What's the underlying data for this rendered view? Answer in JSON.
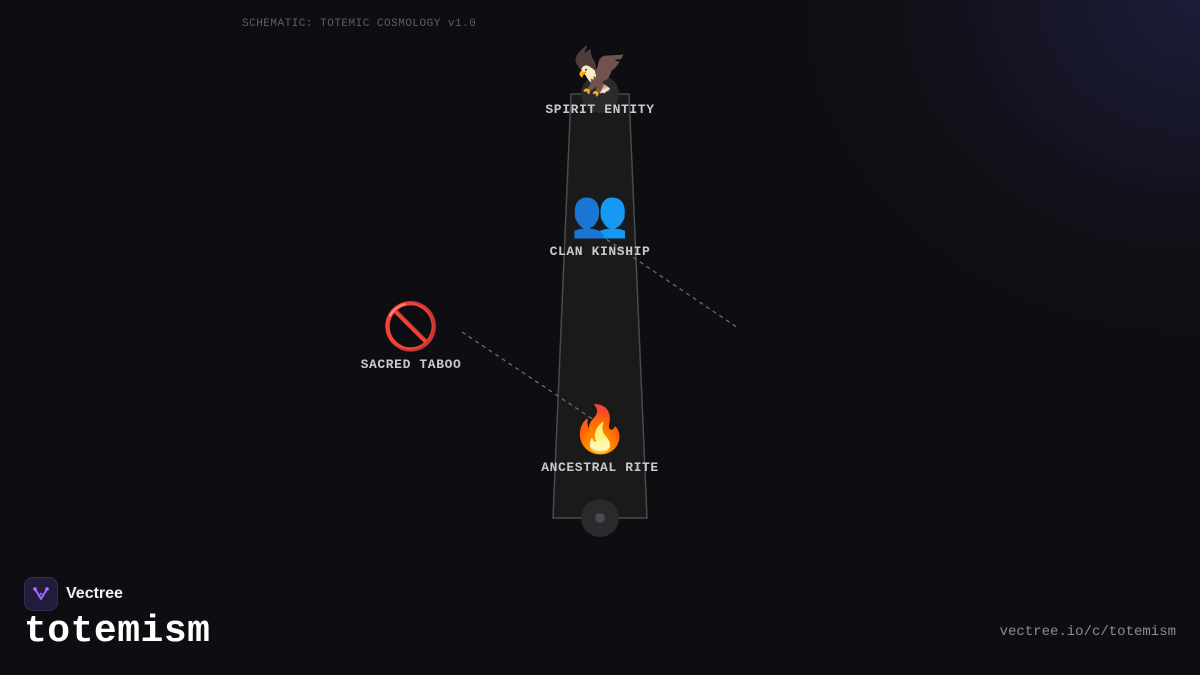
{
  "header": {
    "schematic_label": "SCHEMATIC: TOTEMIC COSMOLOGY v1.0"
  },
  "diagram": {
    "nodes": [
      {
        "id": "spirit",
        "label": "SPIRIT ENTITY",
        "icon": "eagle-icon",
        "glyph": "🦅"
      },
      {
        "id": "clan",
        "label": "CLAN KINSHIP",
        "icon": "people-icon",
        "glyph": "👥"
      },
      {
        "id": "taboo",
        "label": "SACRED TABOO",
        "icon": "prohibited-icon",
        "glyph": "🚫"
      },
      {
        "id": "rite",
        "label": "ANCESTRAL RITE",
        "icon": "fire-icon",
        "glyph": "🔥"
      }
    ],
    "colors": {
      "pillar_fill": "#1a1a1a",
      "pillar_stroke": "#4a4a4a",
      "connector": "#6a6a70",
      "background": "#0e0e12"
    }
  },
  "footer": {
    "brand_name": "Vectree",
    "title": "totemism",
    "url": "vectree.io/c/totemism"
  }
}
